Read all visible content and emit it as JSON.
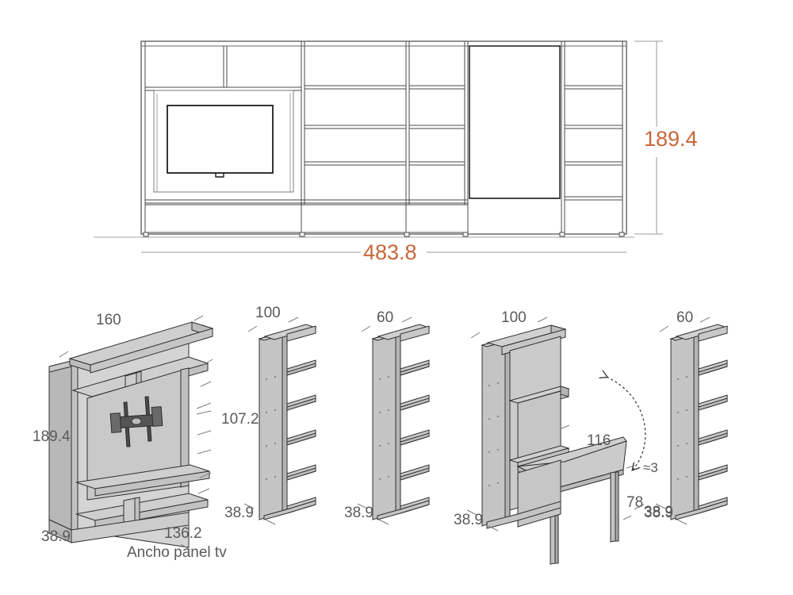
{
  "drawing": {
    "title_caption": "Ancho panel tv",
    "colors": {
      "accent_dimension": "#c8673a",
      "plain_dimension": "#5a5a5a",
      "line": "#3a3a3a",
      "panel_face": "#d2d2d2",
      "panel_top": "#c6c6c6",
      "panel_side": "#b9b9b9",
      "background": "#ffffff"
    }
  },
  "elevation": {
    "overall_width": "483.8",
    "overall_height": "189.4",
    "modules": [
      {
        "name": "tv-panel-module",
        "width_units": 160
      },
      {
        "name": "bookcase-module-a",
        "width_units": 100
      },
      {
        "name": "bookcase-module-b",
        "width_units": 60
      },
      {
        "name": "desk-module",
        "width_units": 100
      },
      {
        "name": "bookcase-module-c",
        "width_units": 60
      }
    ]
  },
  "modules": [
    {
      "id": "tv-panel",
      "top_width": "160",
      "height": "189.4",
      "depth": "38.9",
      "panel_width": "136.2",
      "panel_height": "107.2",
      "caption": "Ancho panel tv",
      "icon": "tv-wall-mount-bracket"
    },
    {
      "id": "bookcase-a",
      "top_width": "100",
      "depth": "38.9",
      "shelf_count": 5
    },
    {
      "id": "bookcase-b",
      "top_width": "60",
      "depth": "38.9",
      "shelf_count": 5
    },
    {
      "id": "desk",
      "top_width": "100",
      "depth": "38.9",
      "table_width": "116",
      "table_thickness": "≈3",
      "table_height": "78",
      "motion_icon": "fold-down-curved-arrow"
    },
    {
      "id": "bookcase-c",
      "top_width": "60",
      "depth": "38.9",
      "shelf_count": 5
    }
  ],
  "labels": {
    "overall_width": "483.8",
    "overall_height": "189.4",
    "tv_top_width": "160",
    "tv_height": "189.4",
    "tv_depth": "38.9",
    "tv_panel_width": "136.2",
    "tv_panel_height": "107.2",
    "tv_caption": "Ancho panel tv",
    "bca_width": "100",
    "bca_depth": "38.9",
    "bcb_width": "60",
    "bcb_depth": "38.9",
    "desk_width": "100",
    "desk_depth": "38.9",
    "desk_table_width": "116",
    "desk_table_thickness": "≈3",
    "desk_table_height": "78",
    "desk_table_depth": "38.9",
    "bcc_width": "60",
    "bcc_depth": "38.9"
  }
}
